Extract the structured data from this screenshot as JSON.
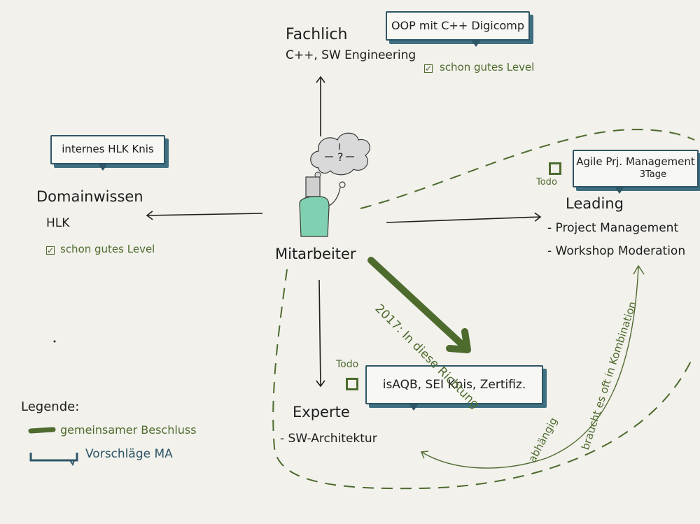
{
  "colors": {
    "ink": "#1e1e1e",
    "green": "#4e6b2e",
    "box_border": "#2e5566",
    "teal_shirt": "#7fd1b2",
    "cloud": "#dcdcdc",
    "background": "#f2f1ec"
  },
  "center": {
    "label": "Mitarbeiter"
  },
  "branches": {
    "fachlich": {
      "title": "Fachlich",
      "detail": "C++, SW Engineering",
      "level_note": "schon gutes Level",
      "proposal": "OOP mit C++ Digicomp"
    },
    "domain": {
      "title": "Domainwissen",
      "detail": "HLK",
      "level_note": "schon gutes Level",
      "proposal": "internes HLK Knis"
    },
    "leading": {
      "title": "Leading",
      "items": [
        "- Project Management",
        "- Workshop Moderation"
      ],
      "todo": "Todo",
      "proposal_line1": "Agile Prj. Management",
      "proposal_line2": "3Tage"
    },
    "experte": {
      "title": "Experte",
      "items": [
        "- SW-Architektur"
      ],
      "todo": "Todo",
      "proposal": "isAQB, SEI Knis, Zertifiz."
    }
  },
  "annotations": {
    "direction": "2017: In diese Richtung",
    "dependent": "abhängig",
    "combination": "braucht es oft in Kombination"
  },
  "legend": {
    "title": "Legende:",
    "decision": "gemeinsamer Beschluss",
    "proposals": "Vorschläge MA"
  }
}
